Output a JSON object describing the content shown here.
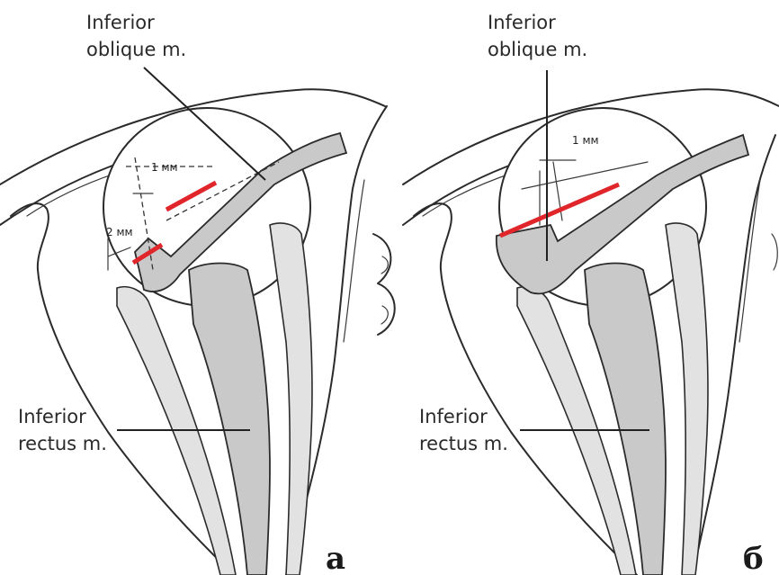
{
  "panels": [
    {
      "letter": "а",
      "label_top_line1": "Inferior",
      "label_top_line2": "oblique m.",
      "label_bottom_line1": "Inferior",
      "label_bottom_line2": "rectus m.",
      "measure_1": "1 мм",
      "measure_2": "2 мм"
    },
    {
      "letter": "б",
      "label_top_line1": "Inferior",
      "label_top_line2": "oblique m.",
      "label_bottom_line1": "Inferior",
      "label_bottom_line2": "rectus m.",
      "measure_1": "1 мм"
    }
  ],
  "colors": {
    "incision_line": "#e0262b",
    "muscle_fill": "#c9c9c9",
    "outline": "#2b2b2b"
  }
}
